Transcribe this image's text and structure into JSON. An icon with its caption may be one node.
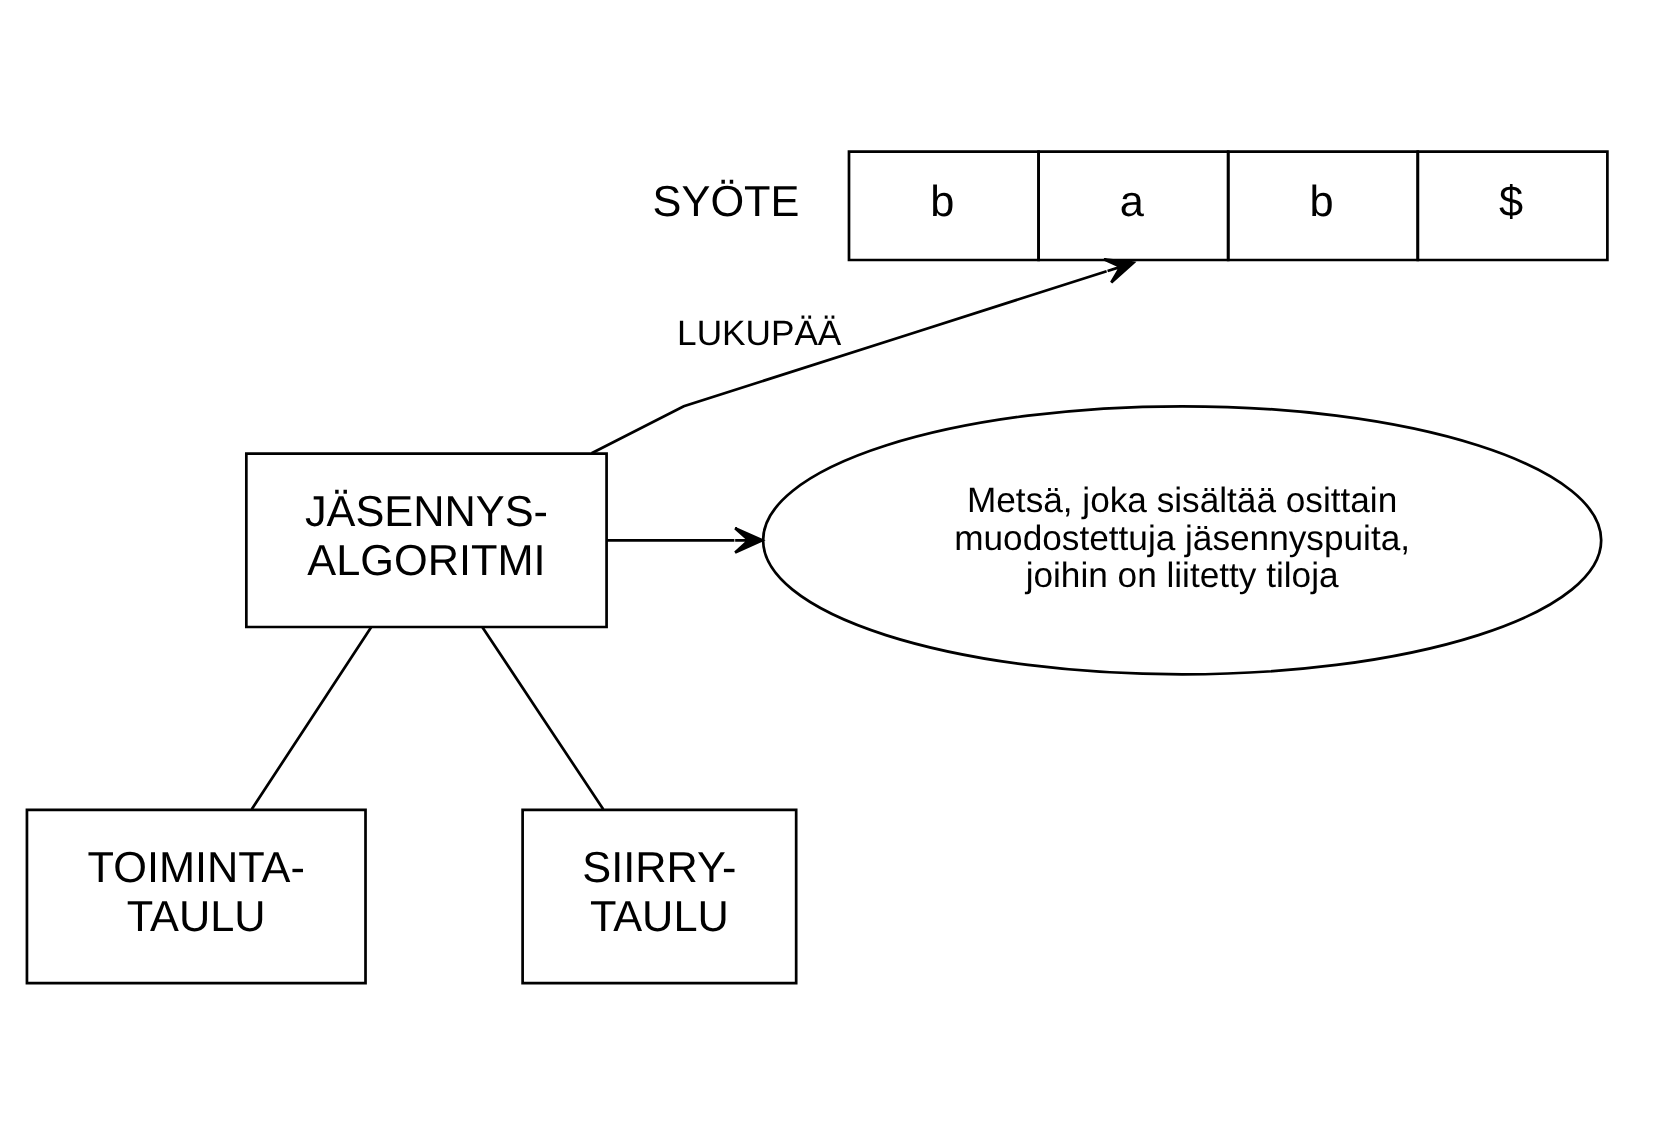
{
  "diagram": {
    "nodes": [
      {
        "text": [
          "b",
          "a",
          "b",
          "$"
        ],
        "beside": [
          "SYÖTE"
        ]
      },
      {
        "text": [
          "JÄSENNYS- ALGORITMI"
        ]
      },
      {
        "text": [
          "Metsä, joka sisältää osittain muodostettuja jäsennyspuita, joihin on liitetty tiloja"
        ]
      },
      {
        "text": [
          "TOIMINTA- TAULU"
        ]
      },
      {
        "text": [
          "SIIRRY- TAULU"
        ]
      }
    ],
    "edges": [
      {
        "from": 1,
        "to": 0,
        "arrow": "to",
        "label": "LUKUPÄÄ"
      },
      {
        "from": 1,
        "to": 2,
        "arrow": "to"
      },
      {
        "from": 1,
        "to": 3,
        "arrow": "none"
      },
      {
        "from": 1,
        "to": 4,
        "arrow": "none"
      }
    ]
  }
}
